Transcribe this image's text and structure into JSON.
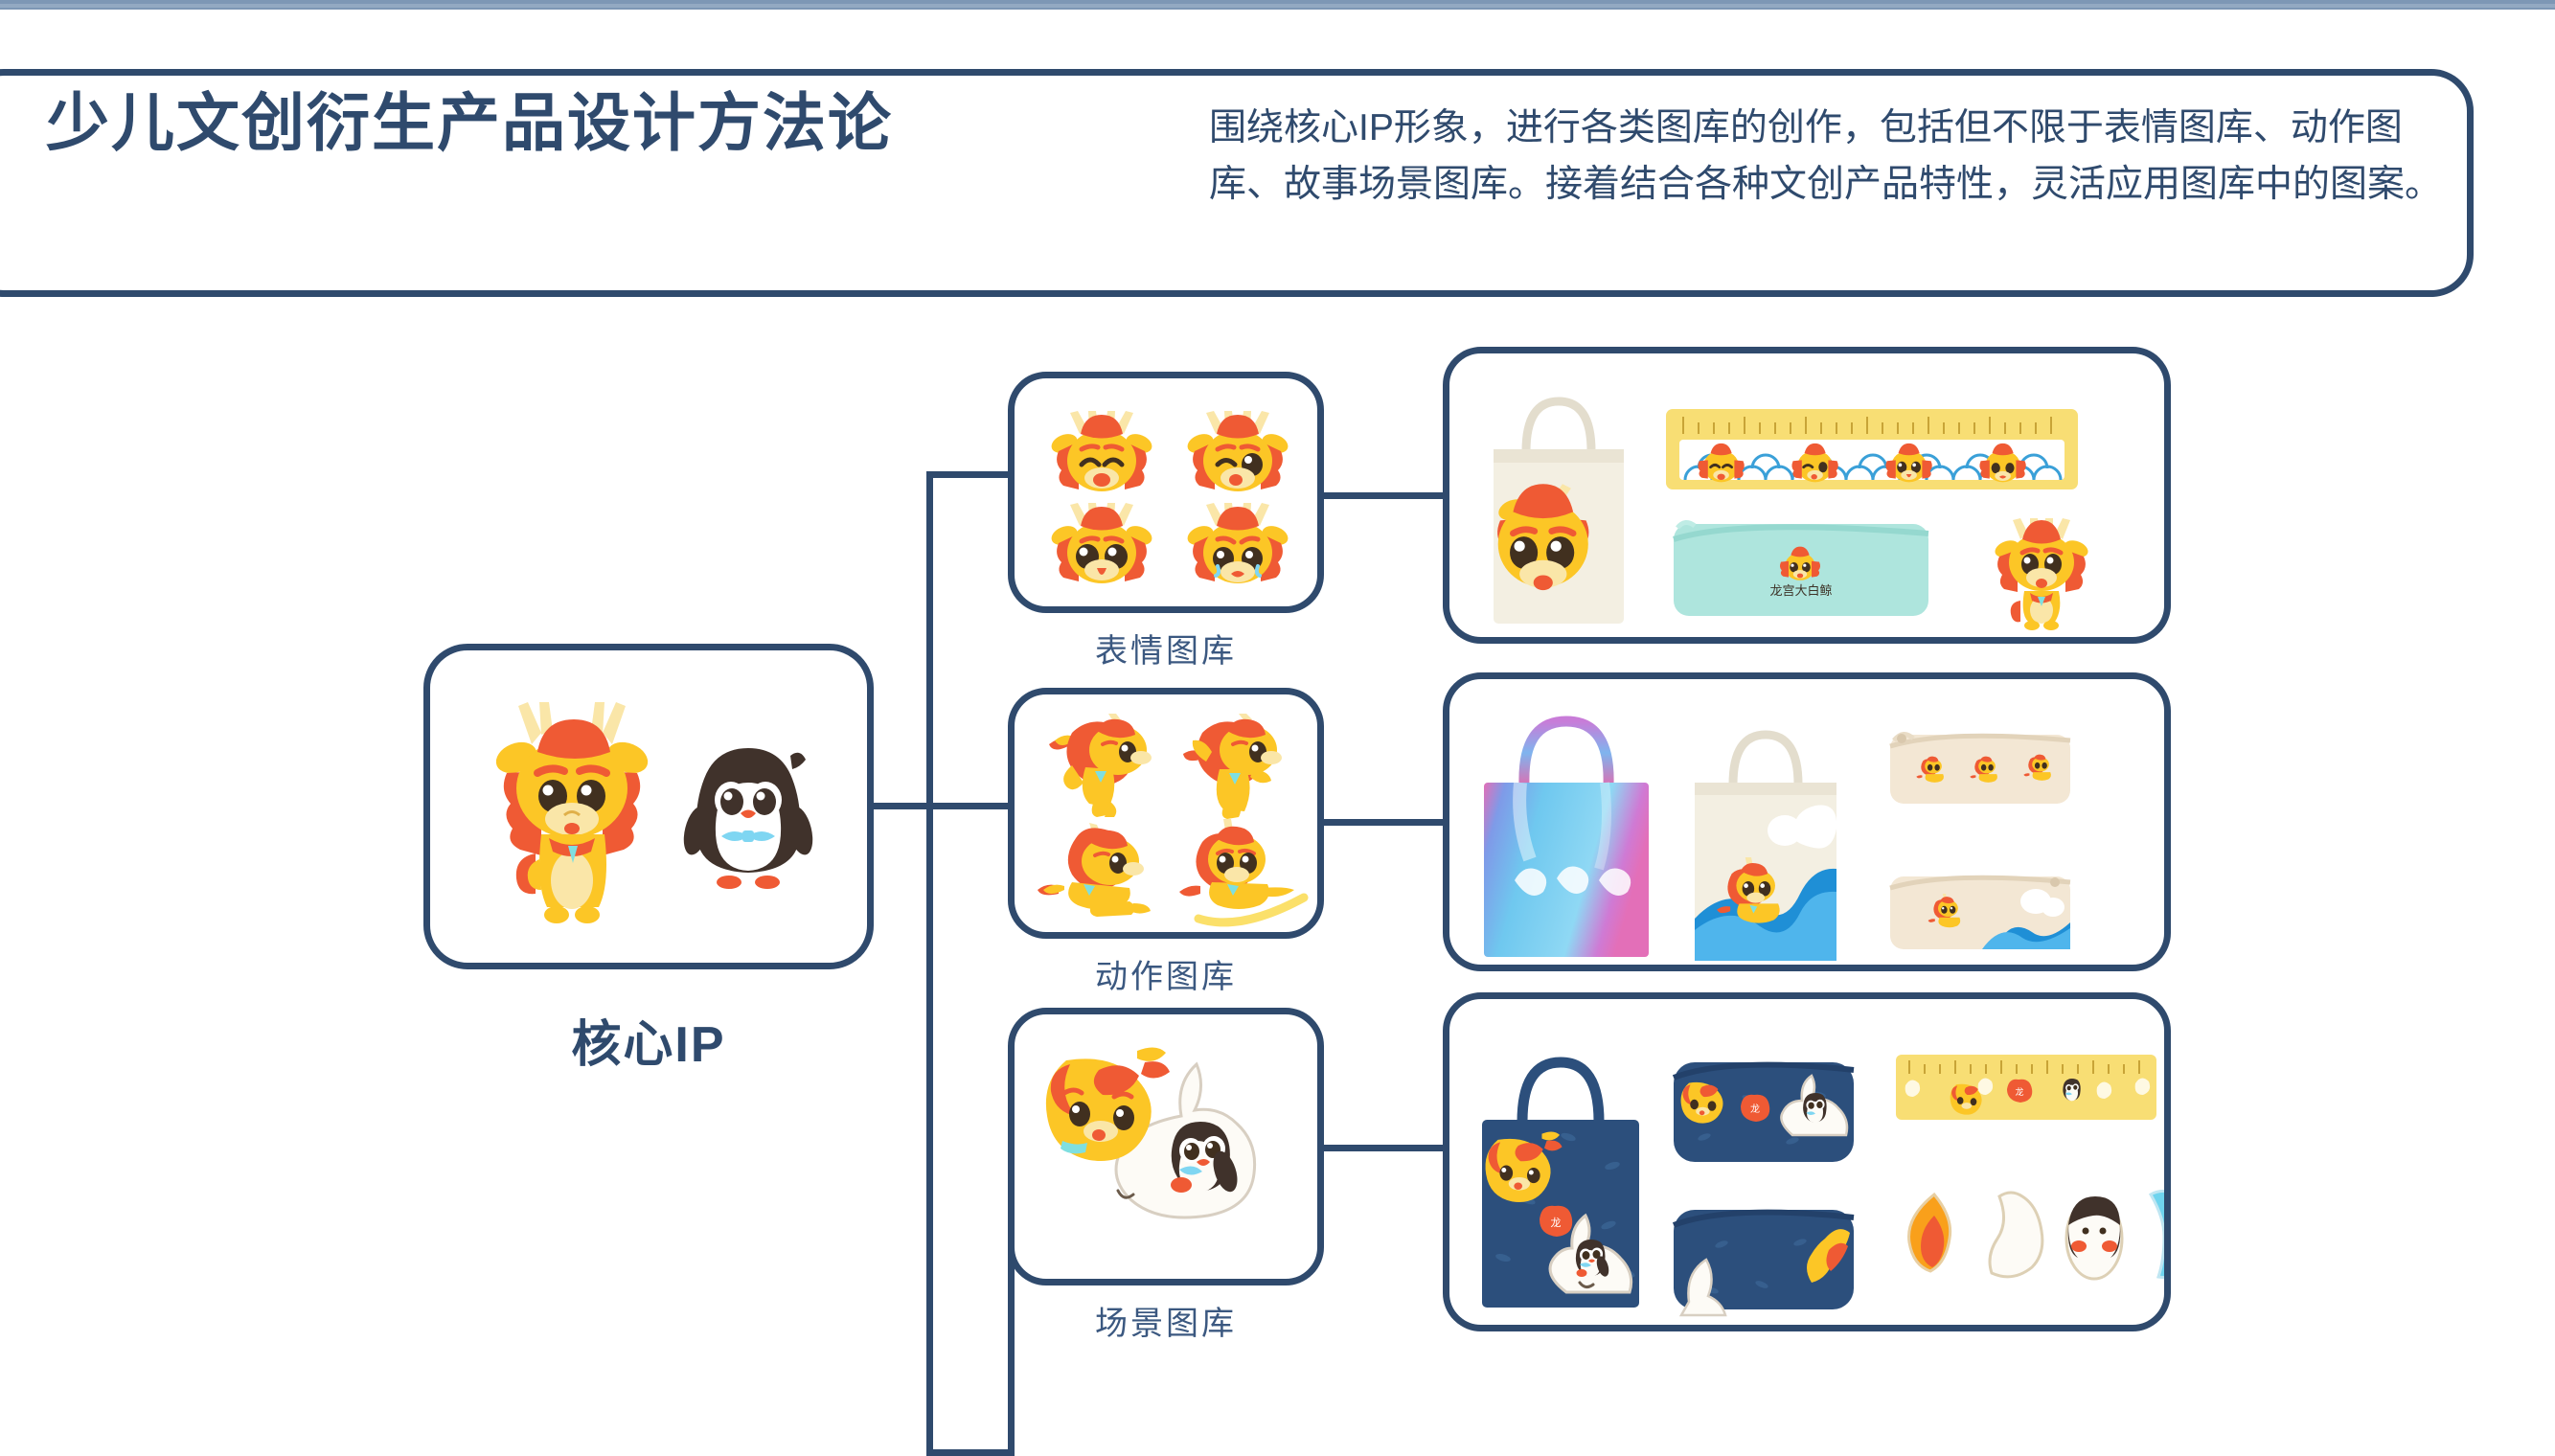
{
  "page": {
    "background": "#ffffff",
    "accent_navy": "#2f4a6d",
    "accent_strip": "#7d97b5",
    "mascot_yellow": "#fcc626",
    "mascot_orange": "#ef5a34",
    "mascot_cream": "#fae6a8",
    "mint": "#aee5dd",
    "navy_fabric": "#2c4f7c",
    "sea_blue": "#1f8fd6"
  },
  "header": {
    "title": "少儿文创衍生产品设计方法论",
    "description": "围绕核心IP形象，进行各类图库的创作，包括但不限于表情图库、动作图库、故事场景图库。接着结合各种文创产品特性，灵活应用图库中的图案。"
  },
  "core_ip": {
    "label": "核心IP",
    "characters": [
      "dragon-mascot",
      "penguin-mascot"
    ]
  },
  "libraries": [
    {
      "id": "emotion",
      "label": "表情图库",
      "items": [
        {
          "name": "dragon-face-happy",
          "expression": "happy"
        },
        {
          "name": "dragon-face-wink",
          "expression": "wink"
        },
        {
          "name": "dragon-face-starry",
          "expression": "starry-eyes"
        },
        {
          "name": "dragon-face-teary",
          "expression": "teary"
        }
      ]
    },
    {
      "id": "action",
      "label": "动作图库",
      "items": [
        {
          "name": "dragon-pose-running",
          "pose": "running"
        },
        {
          "name": "dragon-pose-waving",
          "pose": "waving"
        },
        {
          "name": "dragon-pose-flying",
          "pose": "flying"
        },
        {
          "name": "dragon-pose-surfing",
          "pose": "surfing"
        }
      ]
    },
    {
      "id": "scene",
      "label": "场景图库",
      "items": [
        {
          "name": "scene-dragon-whale-penguin",
          "pose": "story-scene"
        }
      ]
    }
  ],
  "products": [
    {
      "id": "panel-emotion-products",
      "items": [
        {
          "name": "canvas-tote-bag-dragon-face",
          "type": "tote-bag",
          "color": "#f3efe2"
        },
        {
          "name": "yellow-ruler-dragon-faces",
          "type": "ruler",
          "color": "#f8de74",
          "faces": 4
        },
        {
          "name": "mint-pencil-case",
          "type": "pencil-case",
          "color": "#aee5dd",
          "brand_text": "龙宫大白鲸"
        },
        {
          "name": "dragon-figurine",
          "type": "figurine"
        }
      ]
    },
    {
      "id": "panel-action-products",
      "items": [
        {
          "name": "iridescent-pvc-tote-bag",
          "type": "tote-bag",
          "color": "#6cc6ef"
        },
        {
          "name": "canvas-tote-bag-wave-dragon",
          "type": "tote-bag",
          "color": "#f3efe2"
        },
        {
          "name": "beige-pencil-case-three-dragons",
          "type": "pencil-case",
          "color": "#f3e7d4"
        },
        {
          "name": "beige-pencil-case-wave-dragon",
          "type": "pencil-case",
          "color": "#f3e7d4"
        }
      ]
    },
    {
      "id": "panel-scene-products",
      "items": [
        {
          "name": "navy-tote-bag-scene",
          "type": "tote-bag",
          "color": "#2c4f7c"
        },
        {
          "name": "navy-pencil-case-scene",
          "type": "pencil-case",
          "color": "#2c4f7c"
        },
        {
          "name": "navy-pencil-case-whale",
          "type": "pencil-case",
          "color": "#2c4f7c"
        },
        {
          "name": "yellow-ruler-scene",
          "type": "ruler",
          "color": "#f8de74"
        },
        {
          "name": "eraser-flame",
          "type": "eraser",
          "color": "#f9a01b"
        },
        {
          "name": "eraser-whale-tail",
          "type": "eraser",
          "color": "#fdfaf2"
        },
        {
          "name": "eraser-penguin-head",
          "type": "eraser",
          "color": "#fdfaf2"
        },
        {
          "name": "eraser-blue-fin",
          "type": "eraser",
          "color": "#6fd4ee"
        }
      ]
    }
  ]
}
